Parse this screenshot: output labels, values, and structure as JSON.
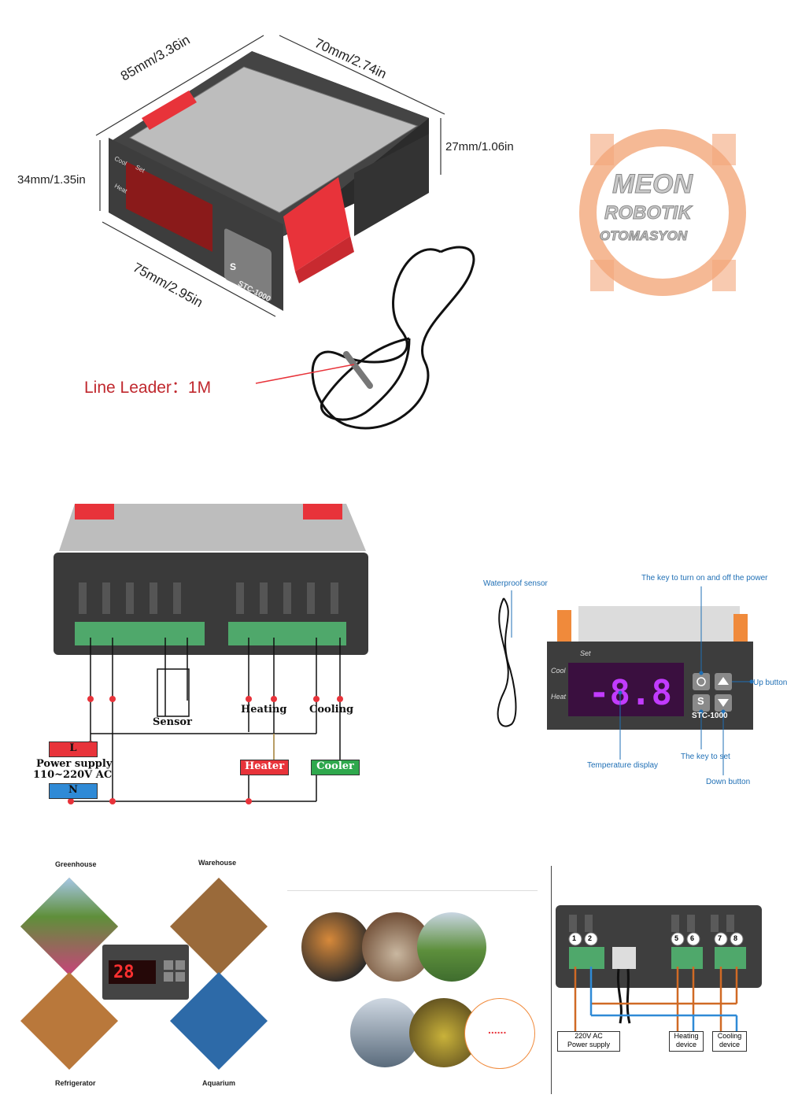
{
  "top": {
    "dimensions": {
      "length": "85mm/3.36in",
      "width": "70mm/2.74in",
      "height_front": "34mm/1.35in",
      "height_back": "27mm/1.06in",
      "front_width": "75mm/2.95in"
    },
    "line_leader": "Line Leader：1M",
    "device": {
      "model": "STC-1000",
      "cool": "Cool",
      "set": "Set",
      "heat": "Heat",
      "s_key": "S"
    },
    "watermark": [
      "MEON",
      "ROBOTIK",
      "OTOMASYON"
    ]
  },
  "wiring": {
    "sensor": "Sensor",
    "heating": "Heating",
    "cooling": "Cooling",
    "l": "L",
    "n": "N",
    "power_supply_line1": "Power supply",
    "power_supply_line2": "110~220V AC",
    "heater": "Heater",
    "cooler": "Cooler"
  },
  "front": {
    "waterproof_sensor": "Waterproof sensor",
    "power_key": "The key to turn on and off the power",
    "up_button": "Up button",
    "temp_display": "Temperature display",
    "set_key": "The key to set",
    "down_button": "Down button",
    "set": "Set",
    "cool": "Cool",
    "heat": "Heat",
    "model": "STC-1000",
    "s_key": "S"
  },
  "applications": {
    "greenhouse": "Greenhouse",
    "warehouse": "Warehouse",
    "refrigerator": "Refrigerator",
    "aquarium": "Aquarium",
    "display": "28"
  },
  "more": "......",
  "terminals": {
    "numbers": [
      "1",
      "2",
      "5",
      "6",
      "7",
      "8"
    ],
    "power_line1": "220V AC",
    "power_line2": "Power supply",
    "heating_line1": "Heating",
    "heating_line2": "device",
    "cooling_line1": "Cooling",
    "cooling_line2": "device"
  },
  "colors": {
    "accent_red": "#e8333a",
    "terminal_green": "#4fa86b",
    "label_blue": "#1f6fb5",
    "watermark_orange": "#f3a77b"
  }
}
